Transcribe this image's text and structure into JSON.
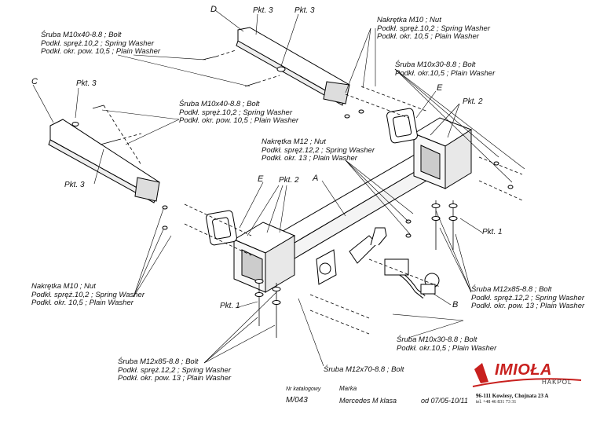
{
  "labels": {
    "bolt_m10x40_top": [
      "Śruba M10x40-8.8 ;  Bolt",
      "Podkł. spręż.10,2 ; Spring Washer",
      "Podkł. okr. pow. 10,5 ; Plain Washer"
    ],
    "nut_m10_top": [
      "Nakrętka  M10 ; Nut",
      "Podkł. spręż.10,2 ; Spring Washer",
      "Podkł. okr. 10,5 ; Plain Washer"
    ],
    "bolt_m10x30_top": [
      "Śruba M10x30-8.8 ;  Bolt",
      "Podkł. okr.10,5 ; Plain Washer"
    ],
    "bolt_m10x40_mid": [
      "Śruba M10x40-8.8 ;  Bolt",
      "Podkł. spręż.10,2 ; Spring Washer",
      "Podkł. okr. pow. 10,5 ; Plain Washer"
    ],
    "nut_m12": [
      "Nakrętka  M12 ; Nut",
      "Podkł. spręż.12,2 ; Spring Washer",
      "Podkł. okr. 13 ; Plain Washer"
    ],
    "nut_m10_left": [
      "Nakrętka  M10 ; Nut",
      "Podkł. spręż.10,2 ; Spring Washer",
      "Podkł. okr. 10,5 ; Plain Washer"
    ],
    "bolt_m12x85_right": [
      "Śruba M12x85-8.8 ;  Bolt",
      "Podkł. spręż.12,2 ; Spring Washer",
      "Podkł. okr. pow. 13 ; Plain Washer"
    ],
    "bolt_m10x30_bottom": [
      "Śruba M10x30-8.8 ;  Bolt",
      "Podkł. okr.10,5 ; Plain Washer"
    ],
    "bolt_m12x85_bottom": [
      "Śruba M12x85-8.8 ;  Bolt",
      "Podkł. spręż.12,2 ; Spring Washer",
      "Podkł. okr. pow. 13 ; Plain Washer"
    ],
    "bolt_m12x70": "Śruba M12x70-8.8 ;  Bolt"
  },
  "points": {
    "pkt3_a": "Pkt. 3",
    "pkt3_b": "Pkt. 3",
    "pkt3_c": "Pkt. 3",
    "pkt3_d": "Pkt. 3",
    "pkt2_right": "Pkt. 2",
    "pkt2_left": "Pkt. 2",
    "pkt1_right": "Pkt. 1",
    "pkt1_left": "Pkt. 1"
  },
  "letters": {
    "a": "A",
    "b": "B",
    "c": "C",
    "d": "D",
    "e_right": "E",
    "e_left": "E"
  },
  "catalog": {
    "nr_label": "Nr katalogowy",
    "nr_value": "M/043",
    "make_label": "Marka",
    "make_value": "Mercedes M klasa",
    "date_value": "od 07/05-10/11"
  },
  "brand": {
    "name": "IMIOŁA",
    "sub": "HAKPOL",
    "address": "96-111 Kowiesy, Chojnata 23 A",
    "phone": "tel. +48 46 831 73 31",
    "color": "#c8201e"
  }
}
